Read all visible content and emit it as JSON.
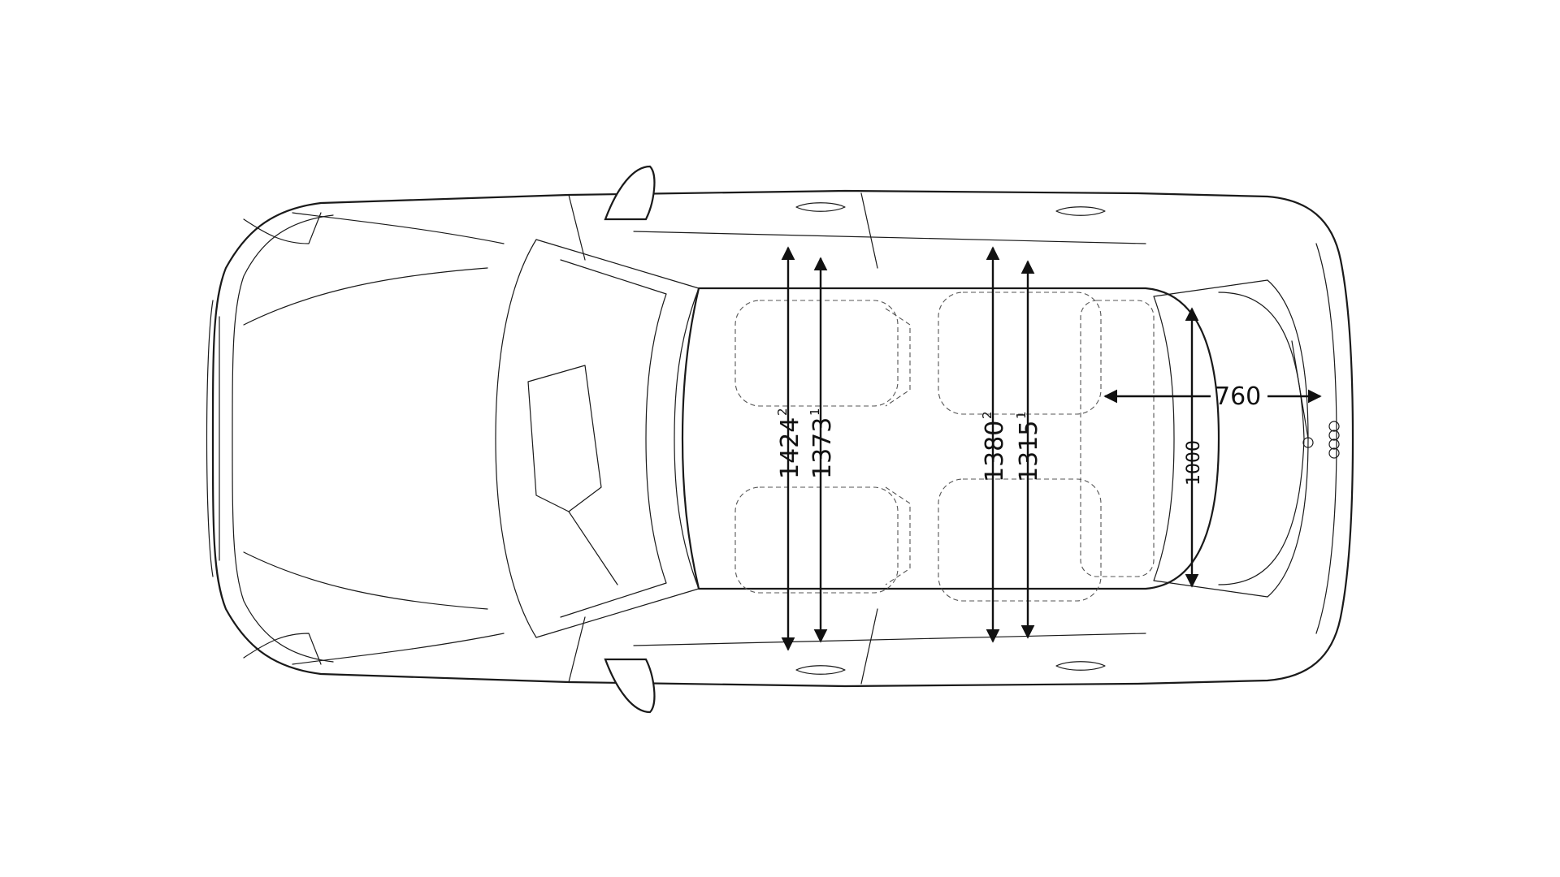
{
  "dimensions": [
    {
      "id": "dim-1424",
      "value": "1424",
      "sup": "2"
    },
    {
      "id": "dim-1373",
      "value": "1373",
      "sup": "1"
    },
    {
      "id": "dim-1380",
      "value": "1380",
      "sup": "2"
    },
    {
      "id": "dim-1315",
      "value": "1315",
      "sup": "1"
    },
    {
      "id": "dim-1000",
      "value": "1000",
      "sup": ""
    },
    {
      "id": "dim-760",
      "value": "760",
      "sup": ""
    }
  ]
}
